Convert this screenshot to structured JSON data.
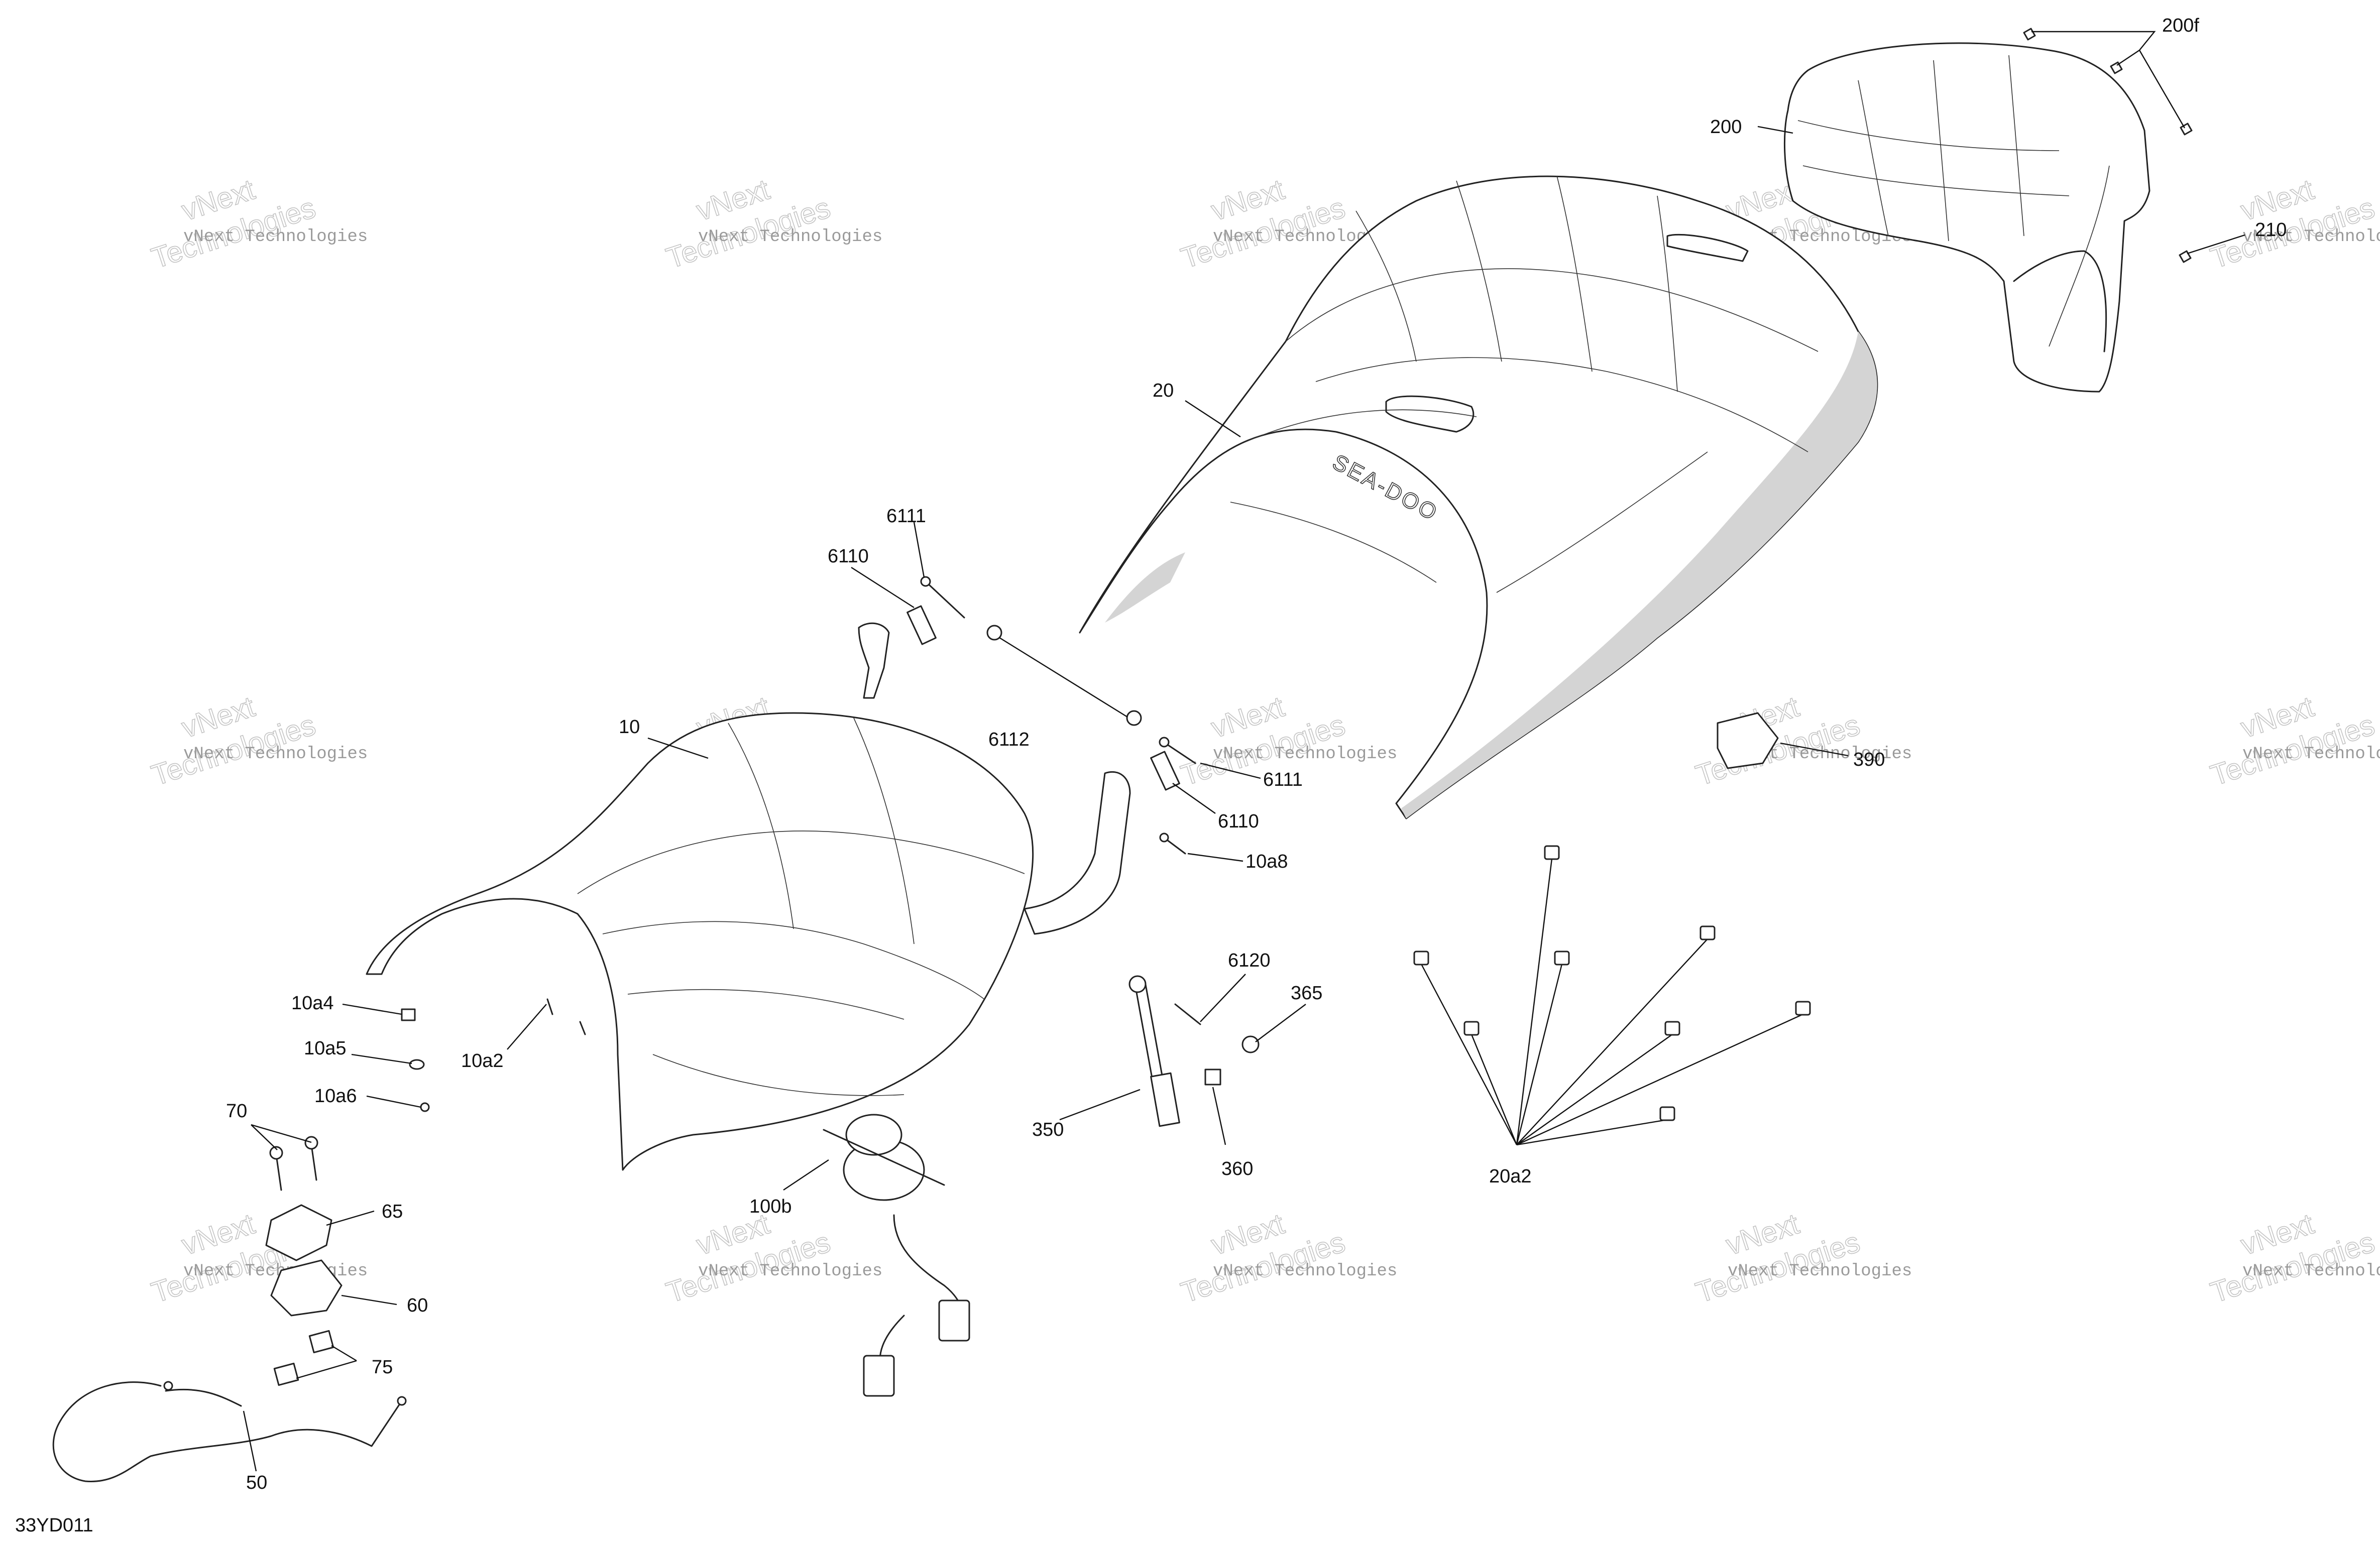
{
  "drawing_code": "33YD011",
  "seat_logo": "SEA-DOO",
  "watermark": {
    "line1": "vNext Technologies",
    "line2": "vNext",
    "line3": "Technologies"
  },
  "callouts": [
    {
      "id": "200f",
      "text": "200f"
    },
    {
      "id": "200",
      "text": "200"
    },
    {
      "id": "210",
      "text": "210"
    },
    {
      "id": "20",
      "text": "20"
    },
    {
      "id": "6111-top",
      "text": "6111"
    },
    {
      "id": "6110-top",
      "text": "6110"
    },
    {
      "id": "6112",
      "text": "6112"
    },
    {
      "id": "10",
      "text": "10"
    },
    {
      "id": "6111-mid",
      "text": "6111"
    },
    {
      "id": "6110-mid",
      "text": "6110"
    },
    {
      "id": "10a8",
      "text": "10a8"
    },
    {
      "id": "390",
      "text": "390"
    },
    {
      "id": "10a4",
      "text": "10a4"
    },
    {
      "id": "10a5",
      "text": "10a5"
    },
    {
      "id": "10a2",
      "text": "10a2"
    },
    {
      "id": "10a6",
      "text": "10a6"
    },
    {
      "id": "6120",
      "text": "6120"
    },
    {
      "id": "365",
      "text": "365"
    },
    {
      "id": "350",
      "text": "350"
    },
    {
      "id": "360",
      "text": "360"
    },
    {
      "id": "20a2",
      "text": "20a2"
    },
    {
      "id": "70",
      "text": "70"
    },
    {
      "id": "65",
      "text": "65"
    },
    {
      "id": "100b",
      "text": "100b"
    },
    {
      "id": "60",
      "text": "60"
    },
    {
      "id": "75",
      "text": "75"
    },
    {
      "id": "50",
      "text": "50"
    }
  ]
}
